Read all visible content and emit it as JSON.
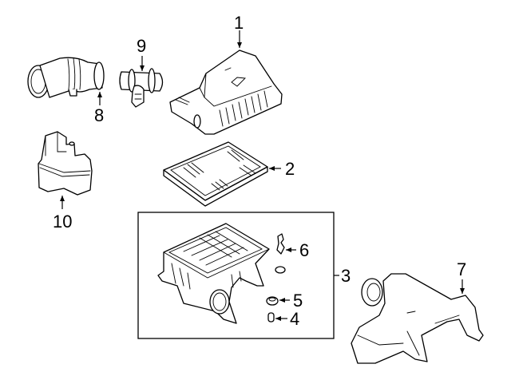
{
  "diagram": {
    "type": "exploded-parts-view",
    "callouts": [
      {
        "id": "1",
        "label": "1",
        "part": "air-cleaner-cover"
      },
      {
        "id": "2",
        "label": "2",
        "part": "air-filter-element"
      },
      {
        "id": "3",
        "label": "3",
        "part": "air-cleaner-assembly-group"
      },
      {
        "id": "4",
        "label": "4",
        "part": "grommet-small"
      },
      {
        "id": "5",
        "label": "5",
        "part": "grommet"
      },
      {
        "id": "6",
        "label": "6",
        "part": "clip"
      },
      {
        "id": "7",
        "label": "7",
        "part": "resonator-duct"
      },
      {
        "id": "8",
        "label": "8",
        "part": "intake-hose"
      },
      {
        "id": "9",
        "label": "9",
        "part": "mass-air-flow-sensor"
      },
      {
        "id": "10",
        "label": "10",
        "part": "resonator"
      }
    ]
  }
}
